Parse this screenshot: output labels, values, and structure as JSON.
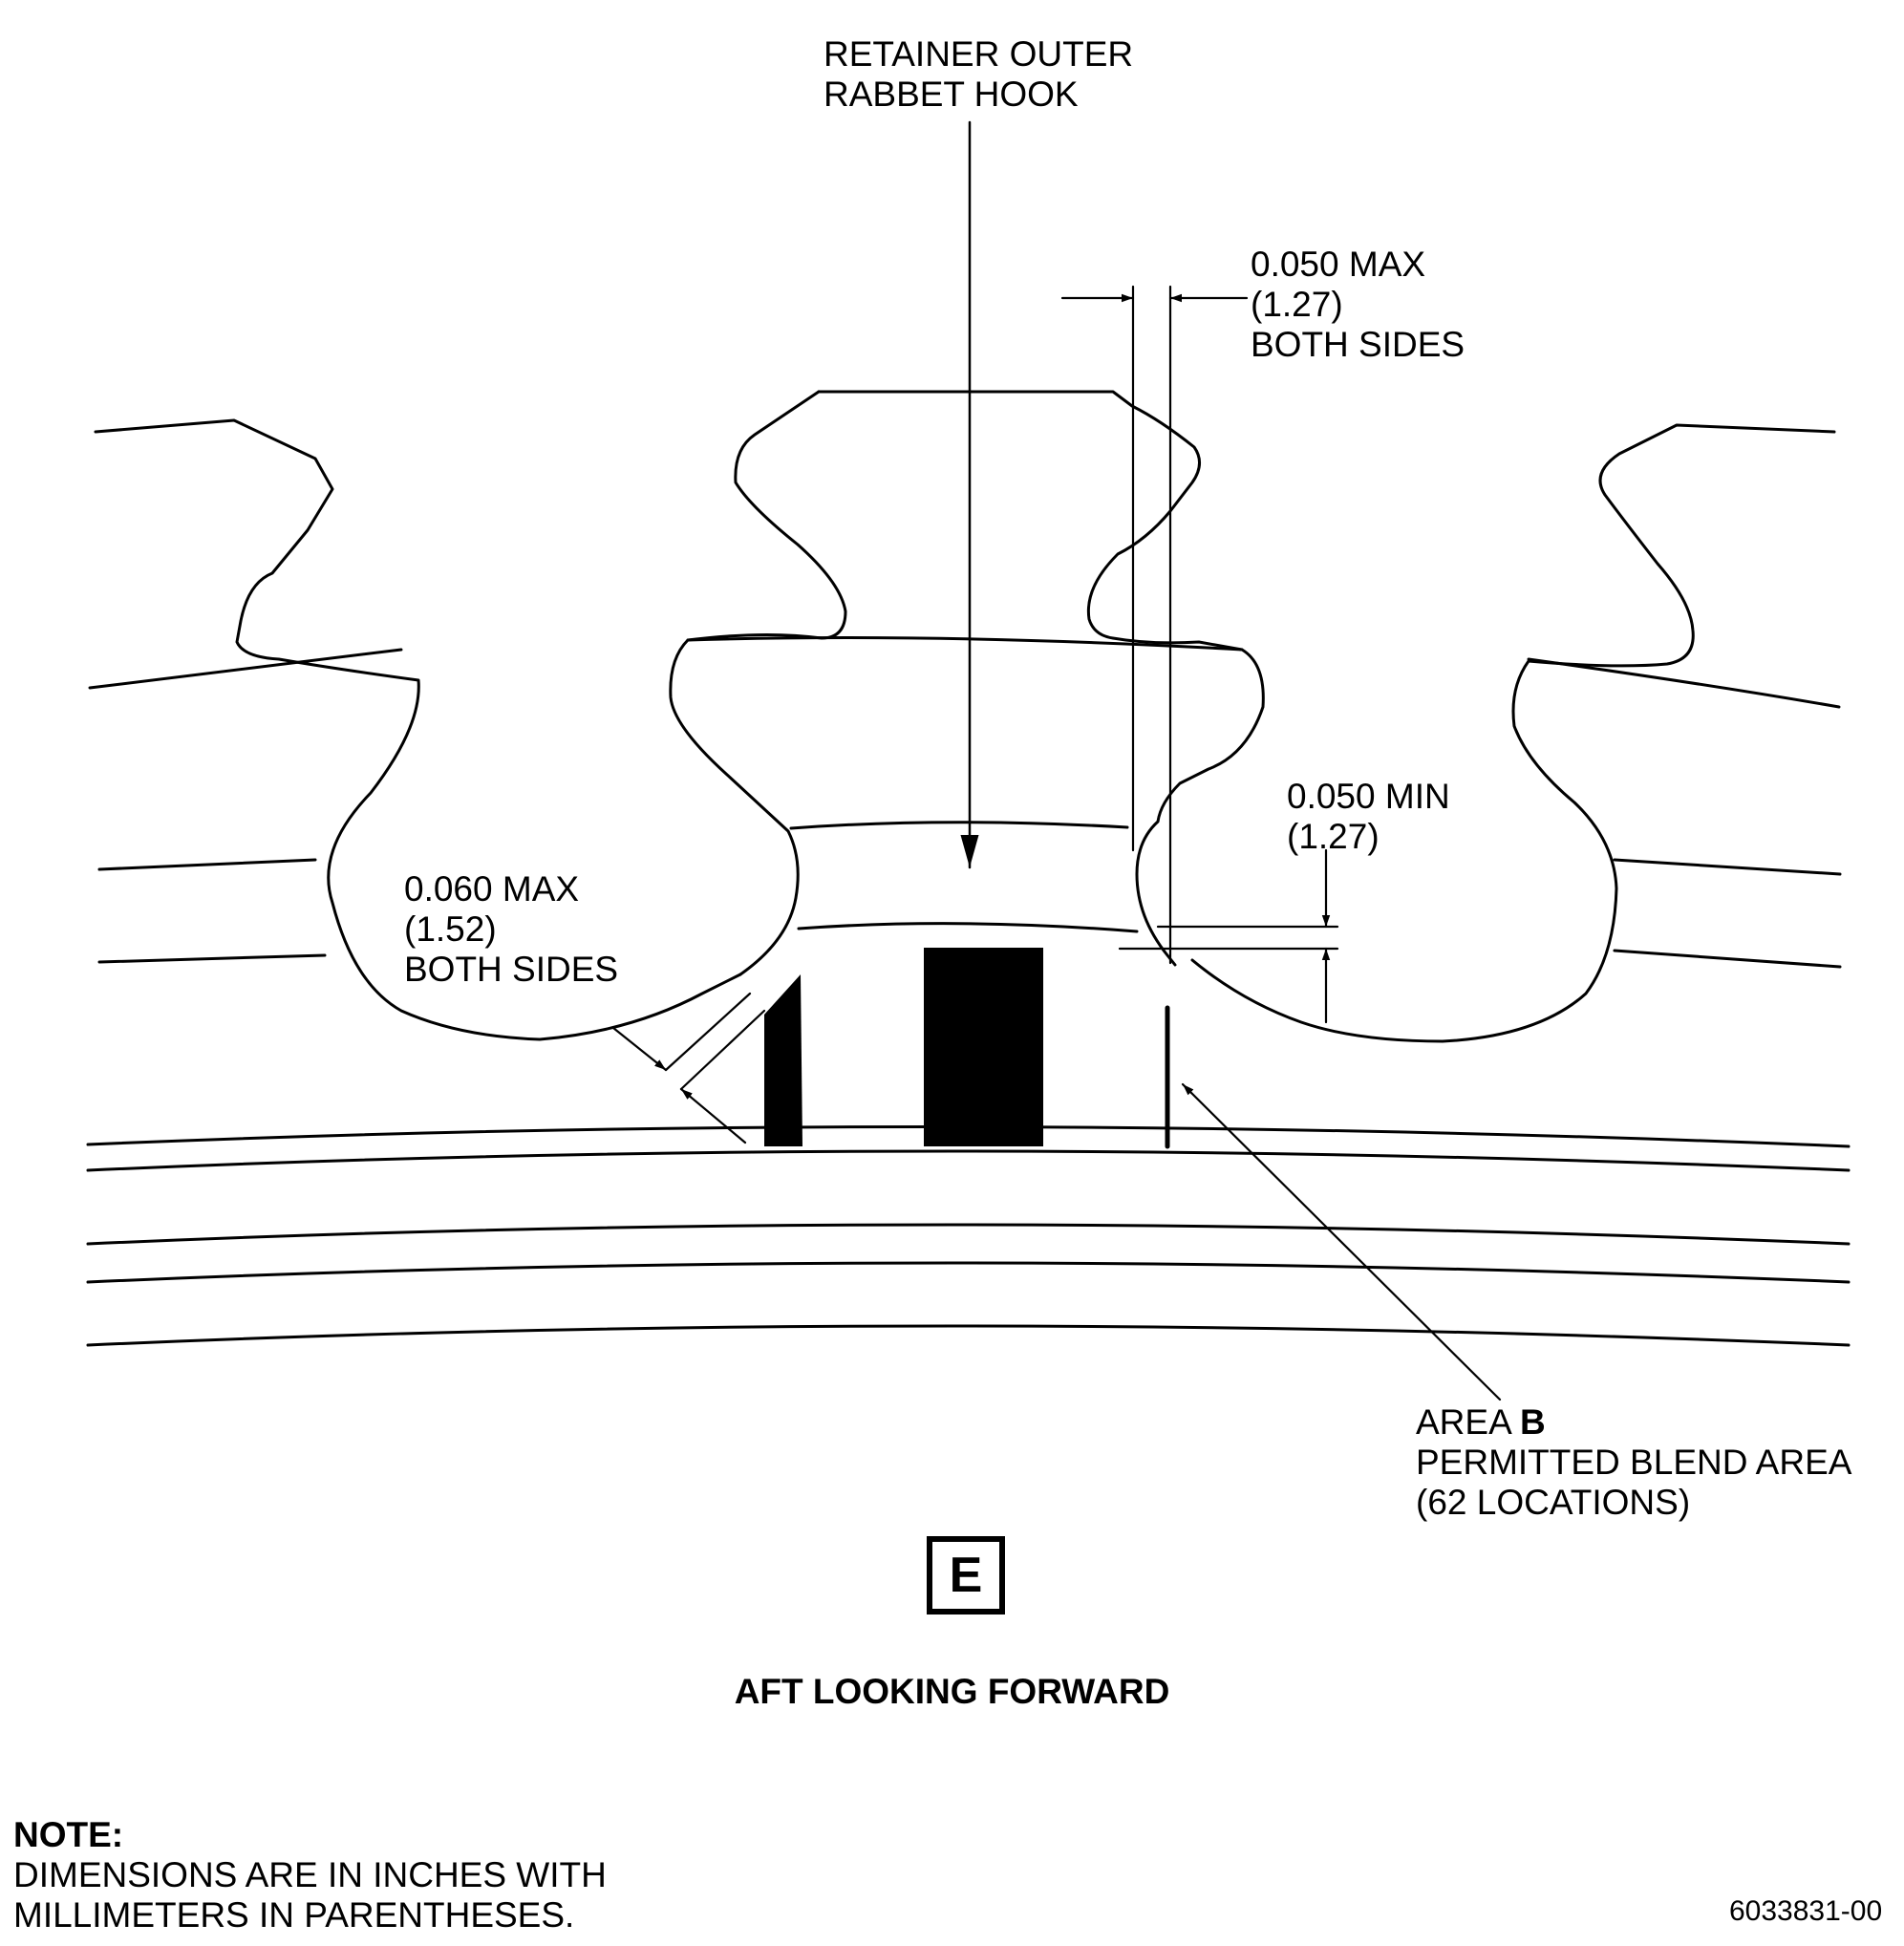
{
  "callouts": {
    "rabbet_hook": [
      "RETAINER OUTER",
      "RABBET HOOK"
    ],
    "gap_top": [
      "0.050 MAX",
      "(1.27)",
      "BOTH SIDES"
    ],
    "gap_min": [
      "0.050 MIN",
      "(1.27)"
    ],
    "gap_left": [
      "0.060 MAX",
      "(1.52)",
      "BOTH SIDES"
    ],
    "area_b": {
      "prefix": "AREA ",
      "letter": "B",
      "line2": "PERMITTED BLEND AREA",
      "line3": "(62 LOCATIONS)"
    }
  },
  "view": {
    "letter": "E",
    "title": "AFT LOOKING FORWARD"
  },
  "note": {
    "heading": "NOTE:",
    "line1": "DIMENSIONS ARE IN INCHES WITH",
    "line2": "MILLIMETERS IN PARENTHESES."
  },
  "figure_number": "6033831-00",
  "colors": {
    "ink": "#000000",
    "paper": "#ffffff"
  }
}
